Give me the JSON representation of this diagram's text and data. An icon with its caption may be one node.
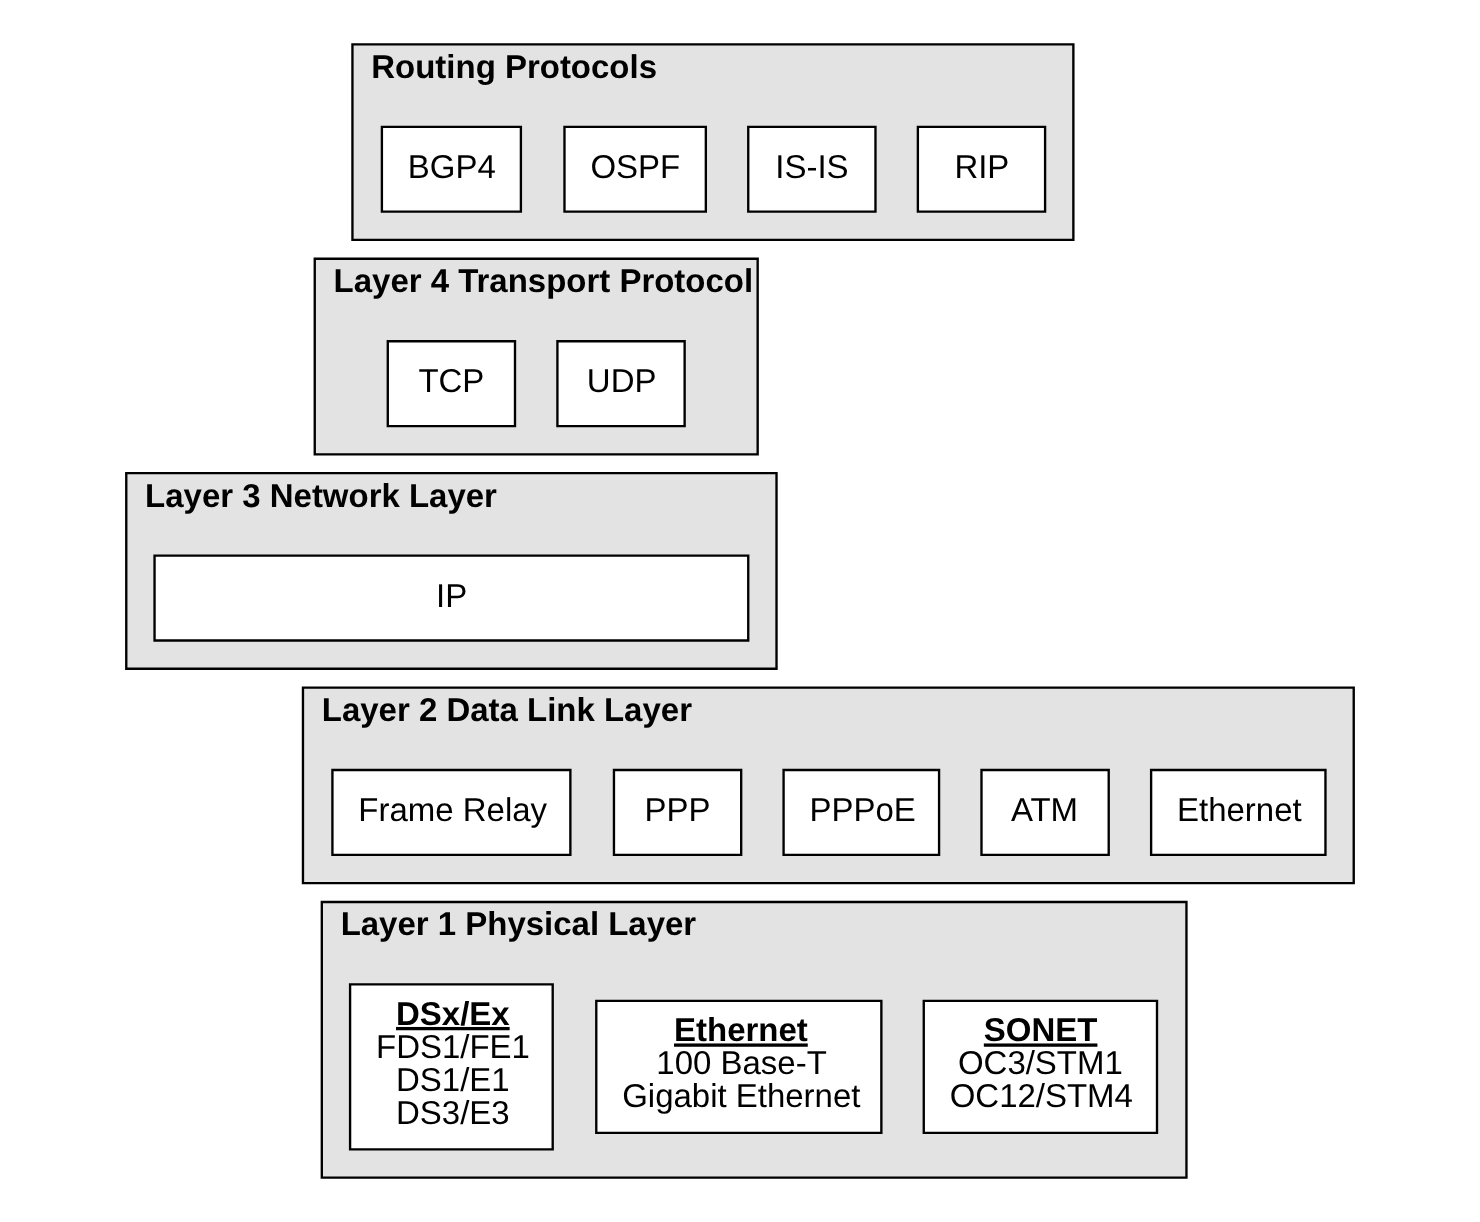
{
  "diagram": {
    "nodes": [
      {
        "text": [
          "Routing Protocols"
        ]
      },
      {
        "text": [
          "BGP4"
        ],
        "in": 0
      },
      {
        "text": [
          "OSPF"
        ],
        "in": 0
      },
      {
        "text": [
          "IS-IS"
        ],
        "in": 0
      },
      {
        "text": [
          "RIP"
        ],
        "in": 0
      },
      {
        "text": [
          "Layer 4 Transport Protocol"
        ]
      },
      {
        "text": [
          "TCP"
        ],
        "in": 5
      },
      {
        "text": [
          "UDP"
        ],
        "in": 5
      },
      {
        "text": [
          "Layer 3 Network Layer"
        ]
      },
      {
        "text": [
          "IP"
        ],
        "in": 8
      },
      {
        "text": [
          "Layer 2 Data Link Layer"
        ]
      },
      {
        "text": [
          "Frame Relay"
        ],
        "in": 10
      },
      {
        "text": [
          "PPP"
        ],
        "in": 10
      },
      {
        "text": [
          "PPPoE"
        ],
        "in": 10
      },
      {
        "text": [
          "ATM"
        ],
        "in": 10
      },
      {
        "text": [
          "Ethernet"
        ],
        "in": 10
      },
      {
        "text": [
          "Layer 1 Physical Layer"
        ]
      },
      {
        "text": [
          "DSx/Ex",
          "FDS1/FE1",
          "DS1/E1",
          "DS3/E3"
        ],
        "in": 16
      },
      {
        "text": [
          "Ethernet",
          "100 Base-T",
          "Gigabit Ethernet"
        ],
        "in": 16
      },
      {
        "text": [
          "SONET",
          "OC3/STM1",
          "OC12/STM4"
        ],
        "in": 16
      }
    ],
    "edges": []
  }
}
